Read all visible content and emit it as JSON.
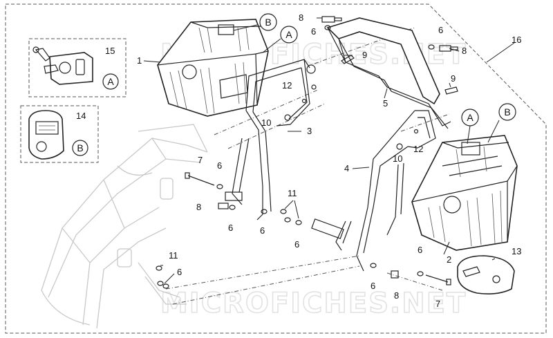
{
  "watermark": [
    "MICROFICHES.NET",
    "MICROFICHES.NET"
  ],
  "callouts": [
    {
      "id": "A",
      "text": "A"
    },
    {
      "id": "B",
      "text": "B"
    }
  ],
  "part_labels": {
    "p1": "1",
    "p2": "2",
    "p3": "3",
    "p4": "4",
    "p5": "5",
    "p6a": "6",
    "p6b": "6",
    "p6c": "6",
    "p6d": "6",
    "p6e": "6",
    "p6f": "6",
    "p6g": "6",
    "p6h": "6",
    "p6i": "6",
    "p7a": "7",
    "p7b": "7",
    "p8a": "8",
    "p8b": "8",
    "p8c": "8",
    "p8d": "8",
    "p9a": "9",
    "p9b": "9",
    "p10a": "10",
    "p10b": "10",
    "p11a": "11",
    "p11b": "11",
    "p12a": "12",
    "p12b": "12",
    "p13": "13",
    "p14": "14",
    "p15": "15",
    "p16": "16"
  },
  "circle_labels": {
    "c_top_B": "B",
    "c_top_A": "A",
    "c_15_A": "A",
    "c_14_B": "B",
    "c_right_A": "A",
    "c_right_B": "B"
  }
}
